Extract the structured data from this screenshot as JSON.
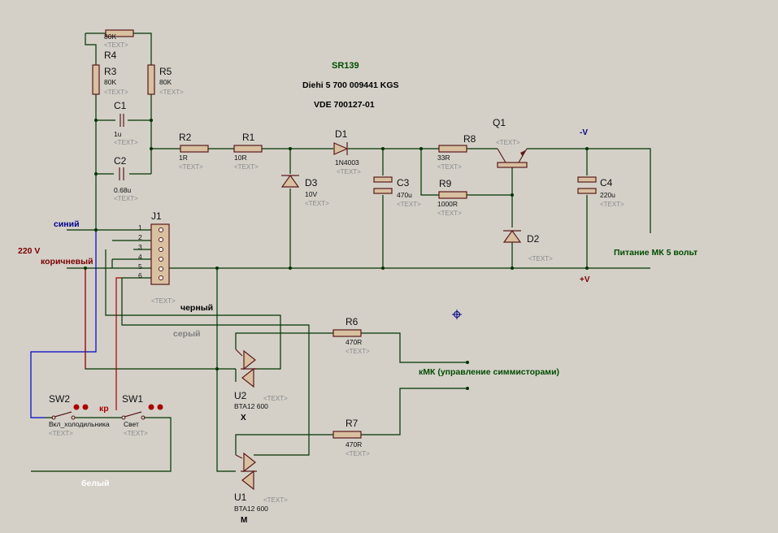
{
  "title": {
    "line1": "SR139",
    "line2": "Diehi 5 700 009441 KGS",
    "line3": "VDE 700127-01"
  },
  "text_placeholder": "<TEXT>",
  "components": {
    "r_top": {
      "value": "80K"
    },
    "r4": {
      "ref": "R4"
    },
    "r3": {
      "ref": "R3",
      "value": "80K"
    },
    "r5": {
      "ref": "R5",
      "value": "80K"
    },
    "c1": {
      "ref": "C1",
      "value": "1u"
    },
    "c2": {
      "ref": "C2",
      "value": "0.68u"
    },
    "r2": {
      "ref": "R2",
      "value": "1R"
    },
    "r1": {
      "ref": "R1",
      "value": "10R"
    },
    "d1": {
      "ref": "D1",
      "value": "1N4003"
    },
    "d3": {
      "ref": "D3",
      "value": "10V"
    },
    "c3": {
      "ref": "C3",
      "value": "470u"
    },
    "r8": {
      "ref": "R8",
      "value": "33R"
    },
    "r9": {
      "ref": "R9",
      "value": "1000R"
    },
    "q1": {
      "ref": "Q1"
    },
    "d2": {
      "ref": "D2"
    },
    "c4": {
      "ref": "C4",
      "value": "220u"
    },
    "j1": {
      "ref": "J1",
      "pins": [
        "1",
        "2",
        "3",
        "4",
        "5",
        "6"
      ]
    },
    "r6": {
      "ref": "R6",
      "value": "470R"
    },
    "r7": {
      "ref": "R7",
      "value": "470R"
    },
    "u2": {
      "ref": "U2",
      "value": "BTA12 600",
      "tag": "X"
    },
    "u1": {
      "ref": "U1",
      "value": "BTA12 600",
      "tag": "M"
    },
    "sw2": {
      "ref": "SW2",
      "label": "Вкл_холодильника"
    },
    "sw1": {
      "ref": "SW1",
      "label": "Свет"
    }
  },
  "net_labels": {
    "neg_v": "-V",
    "pos_v": "+V",
    "power_mk": "Питание МК 5 вольт",
    "kmk": "кМК (управление симмисторами)",
    "blue": "синий",
    "mains": "220 V",
    "brown": "коричневый",
    "black": "черный",
    "gray": "серый",
    "white": "белый",
    "red": "кр"
  },
  "colors": {
    "background": "#d4d0c8",
    "wire": "#003300",
    "component_fill": "#d8c0a0",
    "component_outline": "#5a1a1a",
    "label_green": "#004d00",
    "label_darkred": "#7a0000",
    "label_blue": "#00008b",
    "blue_wire": "#0000cc",
    "red_wire": "#aa0000",
    "marker": "#000080"
  }
}
